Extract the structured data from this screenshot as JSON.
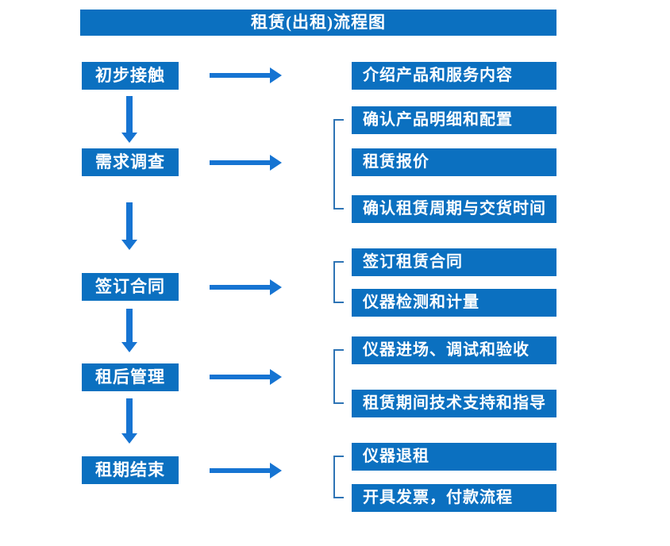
{
  "title": "租赁(出租)流程图",
  "colors": {
    "box_blue": "#0b70c0",
    "arrow_blue": "#1674d2",
    "bracket_blue": "#2e74b5",
    "text_white": "#ffffff",
    "background": "#ffffff"
  },
  "steps": [
    {
      "label": "初步接触",
      "outputs": [
        "介绍产品和服务内容"
      ]
    },
    {
      "label": "需求调查",
      "outputs": [
        "确认产品明细和配置",
        "租赁报价",
        "确认租赁周期与交货时间"
      ]
    },
    {
      "label": "签订合同",
      "outputs": [
        "签订租赁合同",
        "仪器检测和计量"
      ]
    },
    {
      "label": "租后管理",
      "outputs": [
        "仪器进场、调试和验收",
        "租赁期间技术支持和指导"
      ]
    },
    {
      "label": "租期结束",
      "outputs": [
        "仪器退租",
        "开具发票，付款流程"
      ]
    }
  ]
}
